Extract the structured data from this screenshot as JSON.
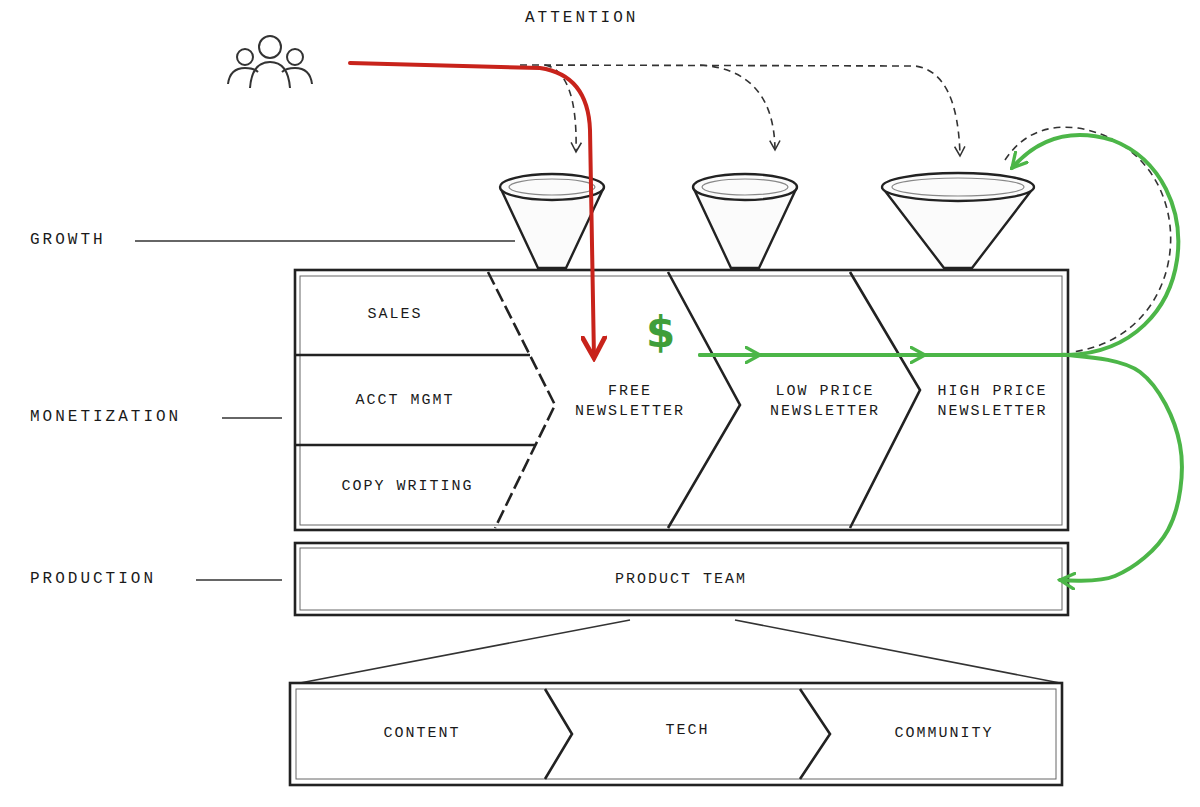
{
  "diagram": {
    "nodes": [
      {
        "text": [
          "SALES"
        ]
      },
      {
        "text": [
          "ACCT MGMT"
        ]
      },
      {
        "text": [
          "COPY WRITING"
        ]
      },
      {
        "text": [
          "FREE NEWSLETTER"
        ]
      },
      {
        "text": [
          "LOW PRICE NEWSLETTER"
        ]
      },
      {
        "text": [
          "HIGH PRICE NEWSLETTER"
        ]
      },
      {
        "text": [
          "PRODUCT TEAM"
        ]
      },
      {
        "text": [
          "CONTENT"
        ]
      },
      {
        "text": [
          "TECH"
        ]
      },
      {
        "text": [
          "COMMUNITY"
        ]
      }
    ],
    "edges": [
      {
        "from": 3,
        "to": 4,
        "arrow": "to"
      },
      {
        "from": 4,
        "to": 5,
        "arrow": "to"
      },
      {
        "from": 5,
        "to": 6,
        "arrow": "to"
      }
    ],
    "labels": [
      "ATTENTION",
      "GROWTH",
      "MONETIZATION",
      "PRODUCTION",
      "$"
    ]
  }
}
